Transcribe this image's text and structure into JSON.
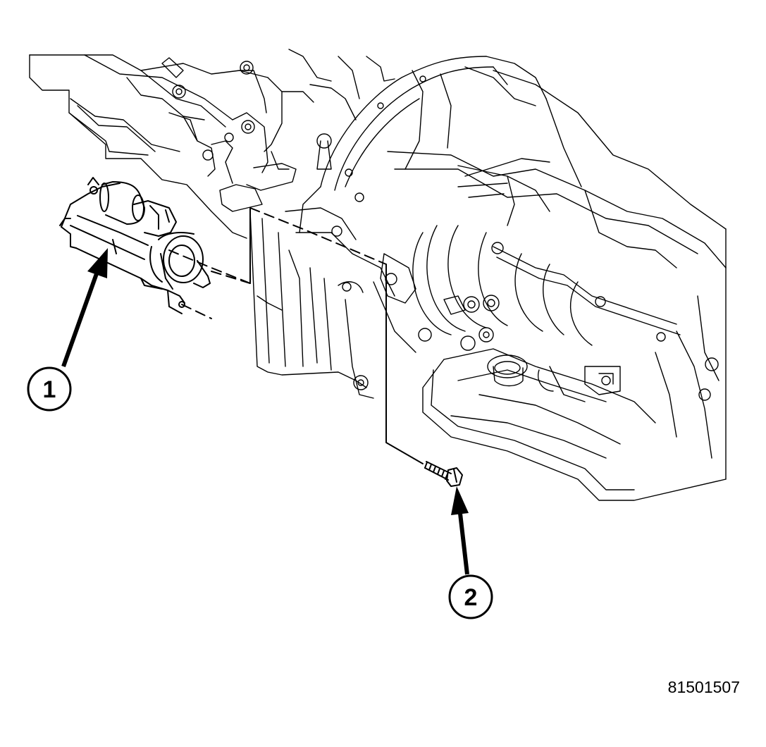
{
  "callouts": [
    {
      "number": "1",
      "part": "starter-motor"
    },
    {
      "number": "2",
      "part": "mounting-bolt"
    }
  ],
  "figure_id": "81501507"
}
